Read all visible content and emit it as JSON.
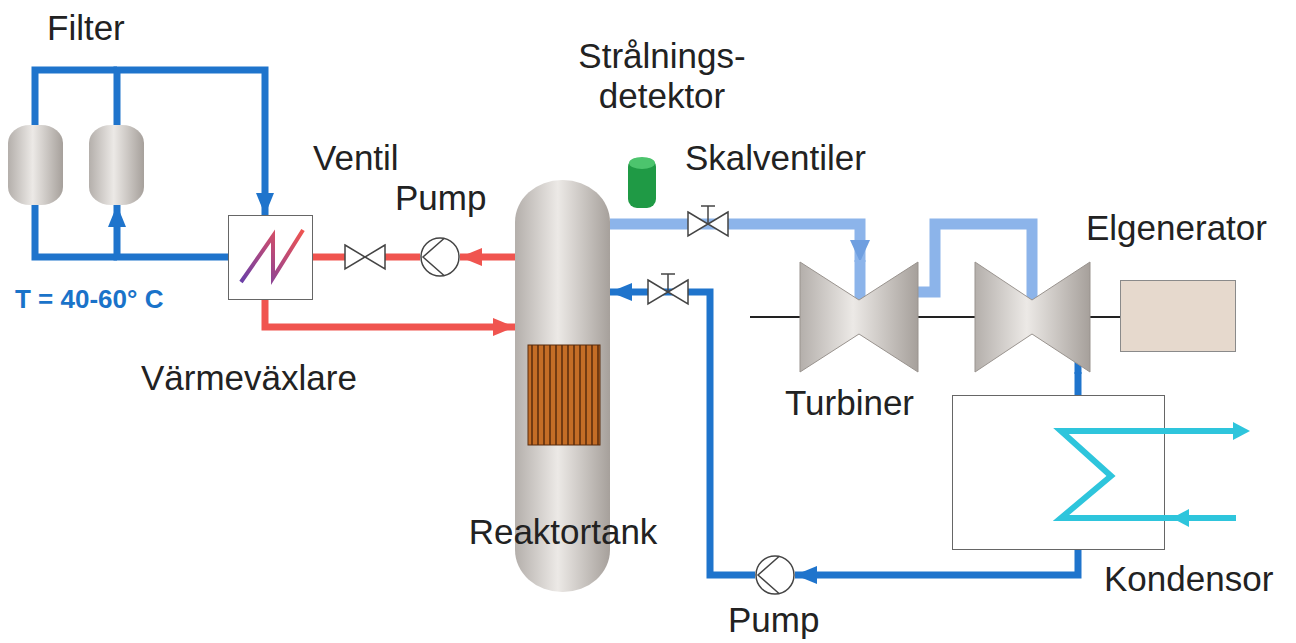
{
  "diagram": {
    "nodes": [
      {
        "text": [
          "Filter"
        ]
      },
      {
        "text": [
          "Strålnings- detektor"
        ]
      },
      {
        "text": [
          "Ventil"
        ]
      },
      {
        "text": [
          "Pump"
        ]
      },
      {
        "text": [
          "Värmeväxlare"
        ]
      },
      {
        "text": [
          "Reaktortank"
        ]
      },
      {
        "text": [
          "Turbiner"
        ]
      },
      {
        "text": [
          "Elgenerator"
        ]
      },
      {
        "text": [
          "Kondensor"
        ]
      },
      {
        "text": [
          "Pump"
        ]
      }
    ],
    "edges": [
      {
        "from": 0,
        "to": 4,
        "arrow": "to"
      },
      {
        "from": 4,
        "to": 0,
        "arrow": "to"
      },
      {
        "from": 5,
        "to": 3,
        "arrow": "to"
      },
      {
        "from": 3,
        "to": 2,
        "arrow": "none"
      },
      {
        "from": 2,
        "to": 4,
        "arrow": "none"
      },
      {
        "from": 4,
        "to": 5,
        "arrow": "to"
      },
      {
        "from": 5,
        "to": 6,
        "arrow": "to"
      },
      {
        "from": 6,
        "to": 7,
        "arrow": "none"
      },
      {
        "from": 6,
        "to": 8,
        "arrow": "none"
      },
      {
        "from": 8,
        "to": 9,
        "arrow": "to"
      },
      {
        "from": 9,
        "to": 5,
        "arrow": "to"
      }
    ],
    "labels": [
      "Skalventiler",
      "T = 40-60° C"
    ]
  }
}
